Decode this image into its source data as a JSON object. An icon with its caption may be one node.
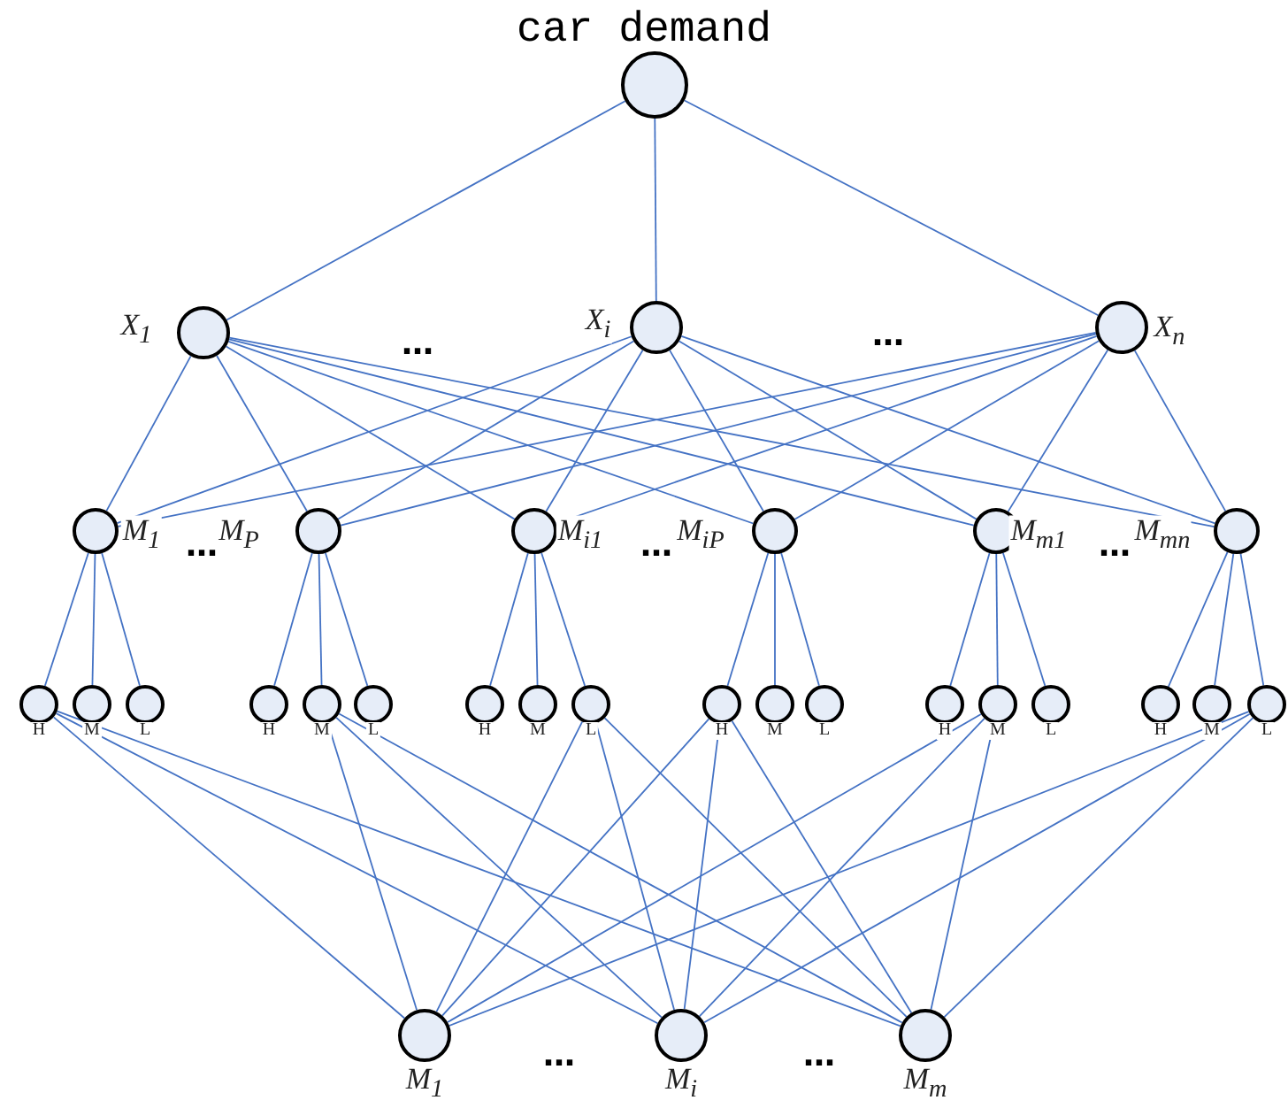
{
  "diagram": {
    "title": "car demand",
    "nodes": [
      {
        "text": [],
        "shape": "circle"
      },
      {
        "text": [],
        "shape": "circle",
        "beside": [
          "X$_{1}$"
        ]
      },
      {
        "text": [],
        "shape": "circle",
        "beside": [
          "X$_{i}$"
        ]
      },
      {
        "text": [],
        "shape": "circle",
        "beside": [
          "X$_{n}$"
        ]
      },
      {
        "text": [],
        "shape": "circle",
        "beside": [
          "M$_{1}$"
        ]
      },
      {
        "text": [],
        "shape": "circle",
        "beside": [
          "M$_{P}$"
        ]
      },
      {
        "text": [],
        "shape": "circle",
        "beside": [
          "M$_{i1}$"
        ]
      },
      {
        "text": [],
        "shape": "circle",
        "beside": [
          "M$_{iP}$"
        ]
      },
      {
        "text": [],
        "shape": "circle",
        "beside": [
          "M$_{m1}$"
        ]
      },
      {
        "text": [],
        "shape": "circle",
        "beside": [
          "M$_{mn}$"
        ]
      },
      {
        "text": [],
        "shape": "circle",
        "beside": [
          "H"
        ]
      },
      {
        "text": [],
        "shape": "circle",
        "beside": [
          "M"
        ]
      },
      {
        "text": [],
        "shape": "circle",
        "beside": [
          "L"
        ]
      },
      {
        "text": [],
        "shape": "circle",
        "beside": [
          "H"
        ]
      },
      {
        "text": [],
        "shape": "circle",
        "beside": [
          "M"
        ]
      },
      {
        "text": [],
        "shape": "circle",
        "beside": [
          "L"
        ]
      },
      {
        "text": [],
        "shape": "circle",
        "beside": [
          "H"
        ]
      },
      {
        "text": [],
        "shape": "circle",
        "beside": [
          "M"
        ]
      },
      {
        "text": [],
        "shape": "circle",
        "beside": [
          "L"
        ]
      },
      {
        "text": [],
        "shape": "circle",
        "beside": [
          "H"
        ]
      },
      {
        "text": [],
        "shape": "circle",
        "beside": [
          "M"
        ]
      },
      {
        "text": [],
        "shape": "circle",
        "beside": [
          "L"
        ]
      },
      {
        "text": [],
        "shape": "circle",
        "beside": [
          "H"
        ]
      },
      {
        "text": [],
        "shape": "circle",
        "beside": [
          "M"
        ]
      },
      {
        "text": [],
        "shape": "circle",
        "beside": [
          "L"
        ]
      },
      {
        "text": [],
        "shape": "circle",
        "beside": [
          "H"
        ]
      },
      {
        "text": [],
        "shape": "circle",
        "beside": [
          "M"
        ]
      },
      {
        "text": [],
        "shape": "circle",
        "beside": [
          "L"
        ]
      },
      {
        "text": [],
        "shape": "circle",
        "beside": [
          "M$_{1}$"
        ]
      },
      {
        "text": [],
        "shape": "circle",
        "beside": [
          "M$_{i}$"
        ]
      },
      {
        "text": [],
        "shape": "circle",
        "beside": [
          "M$_{m}$"
        ]
      }
    ],
    "edges": [
      {
        "from": 0,
        "to": 1,
        "arrow": "none"
      },
      {
        "from": 0,
        "to": 2,
        "arrow": "none"
      },
      {
        "from": 0,
        "to": 3,
        "arrow": "none"
      },
      {
        "from": 1,
        "to": 4,
        "arrow": "none"
      },
      {
        "from": 1,
        "to": 5,
        "arrow": "none"
      },
      {
        "from": 1,
        "to": 6,
        "arrow": "none"
      },
      {
        "from": 1,
        "to": 7,
        "arrow": "none"
      },
      {
        "from": 1,
        "to": 8,
        "arrow": "none"
      },
      {
        "from": 1,
        "to": 9,
        "arrow": "none"
      },
      {
        "from": 2,
        "to": 4,
        "arrow": "none"
      },
      {
        "from": 2,
        "to": 5,
        "arrow": "none"
      },
      {
        "from": 2,
        "to": 6,
        "arrow": "none"
      },
      {
        "from": 2,
        "to": 7,
        "arrow": "none"
      },
      {
        "from": 2,
        "to": 8,
        "arrow": "none"
      },
      {
        "from": 2,
        "to": 9,
        "arrow": "none"
      },
      {
        "from": 3,
        "to": 4,
        "arrow": "none"
      },
      {
        "from": 3,
        "to": 5,
        "arrow": "none"
      },
      {
        "from": 3,
        "to": 6,
        "arrow": "none"
      },
      {
        "from": 3,
        "to": 7,
        "arrow": "none"
      },
      {
        "from": 3,
        "to": 8,
        "arrow": "none"
      },
      {
        "from": 3,
        "to": 9,
        "arrow": "none"
      },
      {
        "from": 4,
        "to": 10,
        "arrow": "none"
      },
      {
        "from": 4,
        "to": 11,
        "arrow": "none"
      },
      {
        "from": 4,
        "to": 12,
        "arrow": "none"
      },
      {
        "from": 5,
        "to": 13,
        "arrow": "none"
      },
      {
        "from": 5,
        "to": 14,
        "arrow": "none"
      },
      {
        "from": 5,
        "to": 15,
        "arrow": "none"
      },
      {
        "from": 6,
        "to": 16,
        "arrow": "none"
      },
      {
        "from": 6,
        "to": 17,
        "arrow": "none"
      },
      {
        "from": 6,
        "to": 18,
        "arrow": "none"
      },
      {
        "from": 7,
        "to": 19,
        "arrow": "none"
      },
      {
        "from": 7,
        "to": 20,
        "arrow": "none"
      },
      {
        "from": 7,
        "to": 21,
        "arrow": "none"
      },
      {
        "from": 8,
        "to": 22,
        "arrow": "none"
      },
      {
        "from": 8,
        "to": 23,
        "arrow": "none"
      },
      {
        "from": 8,
        "to": 24,
        "arrow": "none"
      },
      {
        "from": 9,
        "to": 25,
        "arrow": "none"
      },
      {
        "from": 9,
        "to": 26,
        "arrow": "none"
      },
      {
        "from": 9,
        "to": 27,
        "arrow": "none"
      },
      {
        "from": 10,
        "to": 28,
        "arrow": "none"
      },
      {
        "from": 10,
        "to": 29,
        "arrow": "none"
      },
      {
        "from": 10,
        "to": 30,
        "arrow": "none"
      },
      {
        "from": 14,
        "to": 28,
        "arrow": "none"
      },
      {
        "from": 14,
        "to": 29,
        "arrow": "none"
      },
      {
        "from": 14,
        "to": 30,
        "arrow": "none"
      },
      {
        "from": 18,
        "to": 28,
        "arrow": "none"
      },
      {
        "from": 18,
        "to": 29,
        "arrow": "none"
      },
      {
        "from": 18,
        "to": 30,
        "arrow": "none"
      },
      {
        "from": 19,
        "to": 28,
        "arrow": "none"
      },
      {
        "from": 19,
        "to": 29,
        "arrow": "none"
      },
      {
        "from": 19,
        "to": 30,
        "arrow": "none"
      },
      {
        "from": 23,
        "to": 28,
        "arrow": "none"
      },
      {
        "from": 23,
        "to": 29,
        "arrow": "none"
      },
      {
        "from": 23,
        "to": 30,
        "arrow": "none"
      },
      {
        "from": 27,
        "to": 28,
        "arrow": "none"
      },
      {
        "from": 27,
        "to": 29,
        "arrow": "none"
      },
      {
        "from": 27,
        "to": 30,
        "arrow": "none"
      }
    ],
    "labels": [
      "…",
      "…",
      "…",
      "…",
      "…",
      "…",
      "…"
    ]
  }
}
